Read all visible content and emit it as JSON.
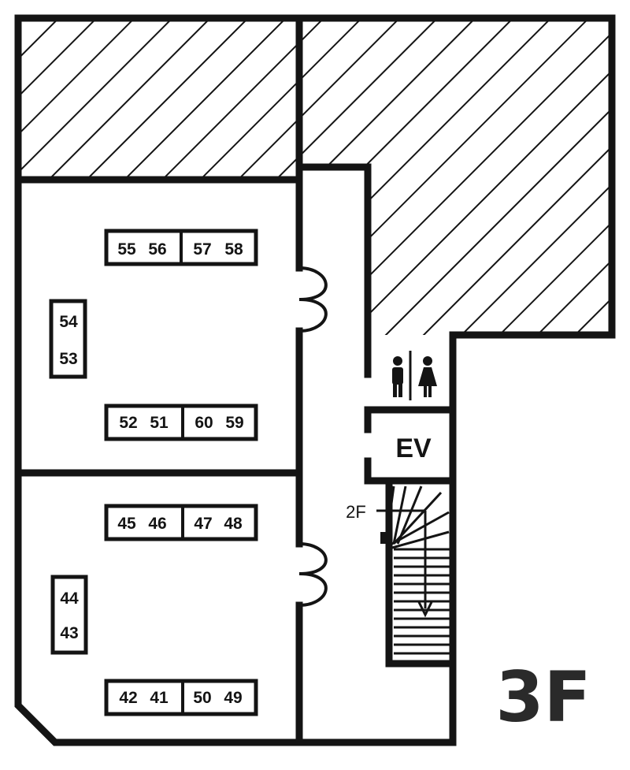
{
  "floor_label": "3F",
  "colors": {
    "wall": "#141414",
    "background": "#ffffff",
    "hatch": "#141414"
  },
  "rooms": {
    "upper": {
      "desks": {
        "top_left": {
          "seats": [
            "55",
            "56"
          ]
        },
        "top_right": {
          "seats": [
            "57",
            "58"
          ]
        },
        "side": {
          "seats": [
            "54",
            "53"
          ]
        },
        "bottom_left": {
          "seats": [
            "52",
            "51"
          ]
        },
        "bottom_right": {
          "seats": [
            "60",
            "59"
          ]
        }
      }
    },
    "lower": {
      "desks": {
        "top_left": {
          "seats": [
            "45",
            "46"
          ]
        },
        "top_right": {
          "seats": [
            "47",
            "48"
          ]
        },
        "side": {
          "seats": [
            "44",
            "43"
          ]
        },
        "bottom_left": {
          "seats": [
            "42",
            "41"
          ]
        },
        "bottom_right": {
          "seats": [
            "50",
            "49"
          ]
        }
      }
    }
  },
  "facilities": {
    "restroom_icons": [
      "male-restroom-icon",
      "female-restroom-icon"
    ],
    "elevator_label": "EV",
    "stairs_label": "2F",
    "stairs_arrow_icon": "arrow-down-icon"
  }
}
